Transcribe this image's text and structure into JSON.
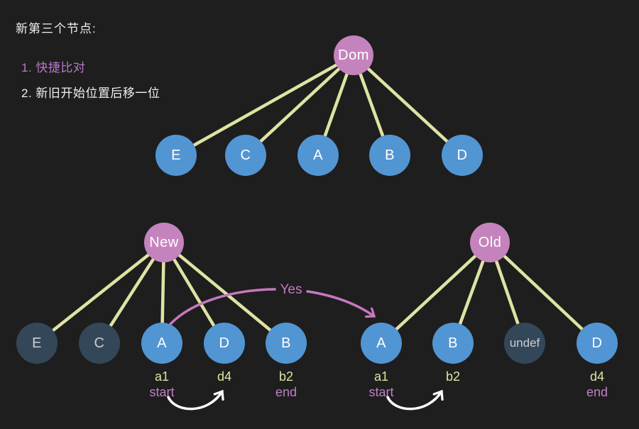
{
  "notes": {
    "heading": "新第三个节点:",
    "items": [
      "1. 快捷比对",
      "2. 新旧开始位置后移一位"
    ]
  },
  "colors": {
    "background": "#1e1e1e",
    "root_node": "#c583bd",
    "child_node": "#5295d3",
    "processed_node": "#334759",
    "edge": "#dee3a3",
    "yes_arrow": "#c678be",
    "swap_arrow": "#ffffff",
    "pointer_label": "#dfe3a2",
    "marker_label": "#c07fc7",
    "note_highlight": "#b878c8",
    "text": "#efefef"
  },
  "trees": {
    "dom": {
      "root": "Dom",
      "children": [
        {
          "label": "E"
        },
        {
          "label": "C"
        },
        {
          "label": "A"
        },
        {
          "label": "B"
        },
        {
          "label": "D"
        }
      ]
    },
    "new_tree": {
      "root": "New",
      "children": [
        {
          "label": "E",
          "state": "processed"
        },
        {
          "label": "C",
          "state": "processed"
        },
        {
          "label": "A",
          "state": "active"
        },
        {
          "label": "D",
          "state": "active"
        },
        {
          "label": "B",
          "state": "active"
        }
      ]
    },
    "old_tree": {
      "root": "Old",
      "children": [
        {
          "label": "A",
          "state": "active"
        },
        {
          "label": "B",
          "state": "active"
        },
        {
          "label": "undef",
          "state": "processed"
        },
        {
          "label": "D",
          "state": "active"
        }
      ]
    }
  },
  "pointers": {
    "new_tree": [
      {
        "id": "a1",
        "marker": "start"
      },
      {
        "id": "d4",
        "marker": ""
      },
      {
        "id": "b2",
        "marker": "end"
      }
    ],
    "old_tree": [
      {
        "id": "a1",
        "marker": "start"
      },
      {
        "id": "b2",
        "marker": ""
      },
      {
        "id": "d4",
        "marker": "end"
      }
    ]
  },
  "match_arrow_label": "Yes"
}
